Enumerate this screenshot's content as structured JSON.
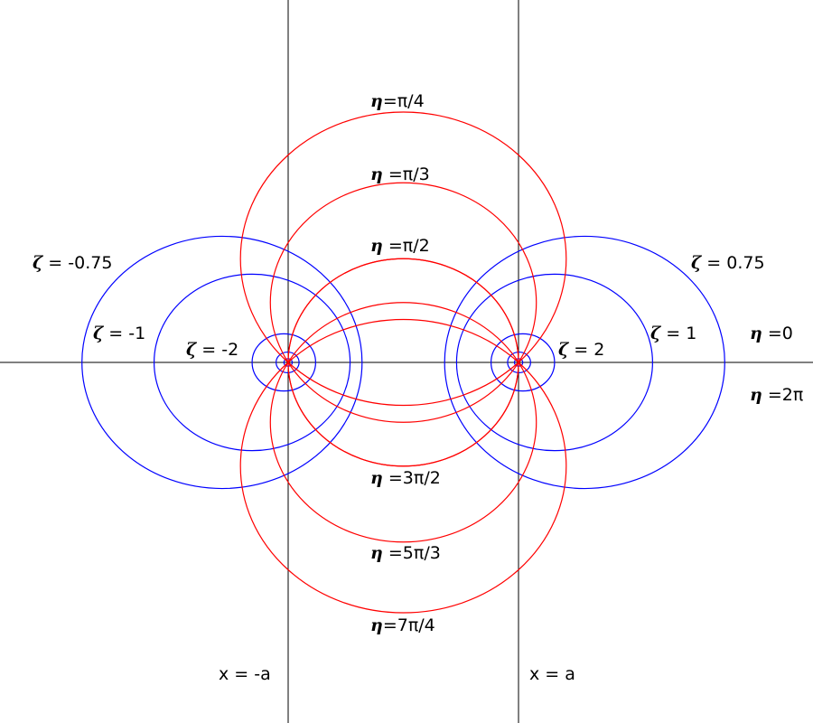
{
  "diagram": {
    "type": "bispherical-coordinates",
    "colors": {
      "zeta": "#0000ff",
      "eta": "#ff0000",
      "axes": "#000000"
    },
    "zeta_values": [
      0.75,
      1,
      2,
      3,
      4
    ],
    "eta_values_rad": [
      0.7853981634,
      1.0471975512,
      1.5707963268,
      4.7123889804,
      5.235987756,
      5.4977871438
    ],
    "labels": {
      "zeta_neg075": {
        "sym": "ζ",
        "text": " = -0.75"
      },
      "zeta_neg1": {
        "sym": "ζ",
        "text": " = -1"
      },
      "zeta_neg2": {
        "sym": "ζ",
        "text": " = -2"
      },
      "zeta_2": {
        "sym": "ζ",
        "text": " = 2"
      },
      "zeta_1": {
        "sym": "ζ",
        "text": " = 1"
      },
      "zeta_075": {
        "sym": "ζ",
        "text": " = 0.75"
      },
      "eta_pi4": {
        "sym": "η",
        "text": "=π/4"
      },
      "eta_pi3": {
        "sym": "η",
        "text": " =π/3"
      },
      "eta_pi2": {
        "sym": "η",
        "text": " =π/2"
      },
      "eta_3pi2": {
        "sym": "η",
        "text": " =3π/2"
      },
      "eta_5pi3": {
        "sym": "η",
        "text": " =5π/3"
      },
      "eta_7pi4": {
        "sym": "η",
        "text": "=7π/4"
      },
      "eta_0": {
        "sym": "η",
        "text": " =0"
      },
      "eta_2pi": {
        "sym": "η",
        "text": " =2π"
      },
      "x_neg_a": "x = -a",
      "x_a": "x = a"
    }
  }
}
